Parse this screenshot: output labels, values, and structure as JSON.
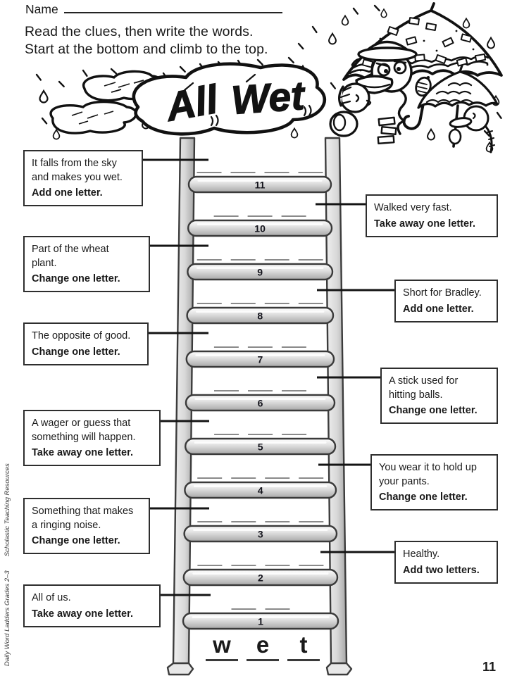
{
  "header": {
    "name_label": "Name",
    "instructions": [
      "Read the clues, then write the words.",
      "Start at the bottom and climb to the top."
    ]
  },
  "title_art": {
    "word1": "All",
    "word2": "Wet",
    "full_title": "All Wet"
  },
  "ladder": {
    "start_word": {
      "letters": [
        "w",
        "e",
        "t"
      ]
    },
    "rungs": [
      {
        "number": 1,
        "blanks": 2
      },
      {
        "number": 2,
        "blanks": 4
      },
      {
        "number": 3,
        "blanks": 4
      },
      {
        "number": 4,
        "blanks": 4
      },
      {
        "number": 5,
        "blanks": 3
      },
      {
        "number": 6,
        "blanks": 3
      },
      {
        "number": 7,
        "blanks": 3
      },
      {
        "number": 8,
        "blanks": 4
      },
      {
        "number": 9,
        "blanks": 4
      },
      {
        "number": 10,
        "blanks": 3
      },
      {
        "number": 11,
        "blanks": 4
      }
    ]
  },
  "clues_left": [
    {
      "rung": 11,
      "lines": [
        "It falls from the sky",
        "and makes you wet."
      ],
      "action": "Add one letter."
    },
    {
      "rung": 9,
      "lines": [
        "Part of the wheat",
        "plant."
      ],
      "action": "Change one letter."
    },
    {
      "rung": 7,
      "lines": [
        "The opposite of good."
      ],
      "action": "Change one letter."
    },
    {
      "rung": 5,
      "lines": [
        "A wager or guess that",
        "something will happen."
      ],
      "action": "Take away one letter."
    },
    {
      "rung": 3,
      "lines": [
        "Something that makes",
        "a ringing noise."
      ],
      "action": "Change one letter."
    },
    {
      "rung": 1,
      "lines": [
        "All of us."
      ],
      "action": "Take away one letter."
    }
  ],
  "clues_right": [
    {
      "rung": 10,
      "lines": [
        "Walked very fast."
      ],
      "action": "Take away one letter."
    },
    {
      "rung": 8,
      "lines": [
        "Short for Bradley."
      ],
      "action": "Add one letter."
    },
    {
      "rung": 6,
      "lines": [
        "A stick used for",
        "hitting balls."
      ],
      "action": "Change one letter."
    },
    {
      "rung": 4,
      "lines": [
        "You wear it to hold up",
        "your pants."
      ],
      "action": "Change one letter."
    },
    {
      "rung": 2,
      "lines": [
        "Healthy."
      ],
      "action": "Add two letters."
    }
  ],
  "footer": {
    "page_number": "11",
    "credit_series": "Daily Word Ladders Grades 2–3",
    "credit_publisher": "Scholastic Teaching Resources"
  },
  "colors": {
    "ink": "#1a1a1a",
    "rail_gray": "#d9d9d9",
    "pill_gray": "#c9c9c9",
    "blank_line": "#8a8a8a"
  }
}
